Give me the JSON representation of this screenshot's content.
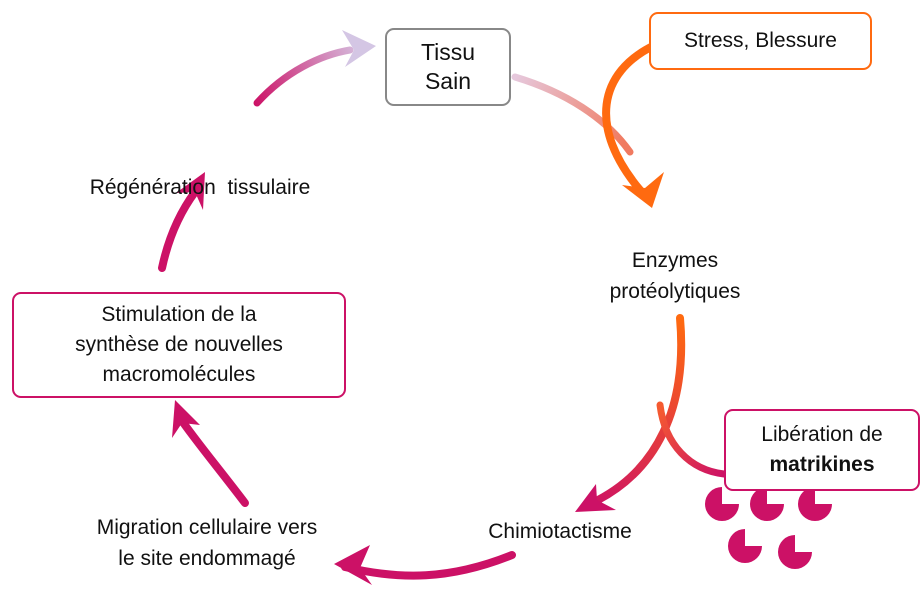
{
  "nodes": {
    "healthy_tissue": {
      "lines": [
        "Tissu",
        "Sain"
      ]
    },
    "stress": {
      "label": "Stress, Blessure"
    },
    "enzymes": {
      "lines": [
        "Enzymes",
        "protéolytiques"
      ]
    },
    "liberation": {
      "line1": "Libération de",
      "line2": "matrikines"
    },
    "chemotaxis": {
      "label": "Chimiotactisme"
    },
    "migration": {
      "lines": [
        "Migration cellulaire vers",
        "le site endommagé"
      ]
    },
    "stimulation": {
      "lines": [
        "Stimulation de la",
        "synthèse de nouvelles",
        "macromolécules"
      ]
    },
    "regeneration": {
      "label": "Régénération  tissulaire"
    }
  },
  "colors": {
    "magenta": "#cc1166",
    "orange": "#ff6a10",
    "lavender": "#c8b8dc",
    "gray_border": "#888888"
  }
}
